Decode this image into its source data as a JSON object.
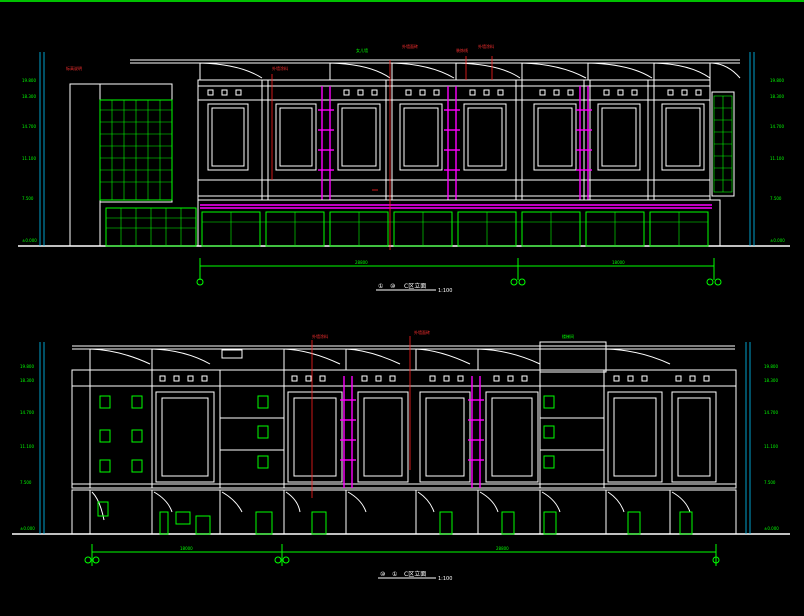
{
  "drawing": {
    "elevation_top": {
      "title": "C区立面",
      "scale": "1:100",
      "axis_left": "①",
      "axis_right": "⑩"
    },
    "elevation_bottom": {
      "title": "C区立面",
      "scale": "1:100",
      "axis_left": "⑩",
      "axis_right": "①"
    }
  },
  "colors": {
    "background": "#000000",
    "outline": "#ffffff",
    "glazing": "#00ff00",
    "accent": "#ff00ff",
    "leader": "#ff2020",
    "dimension": "#00c8ff"
  }
}
